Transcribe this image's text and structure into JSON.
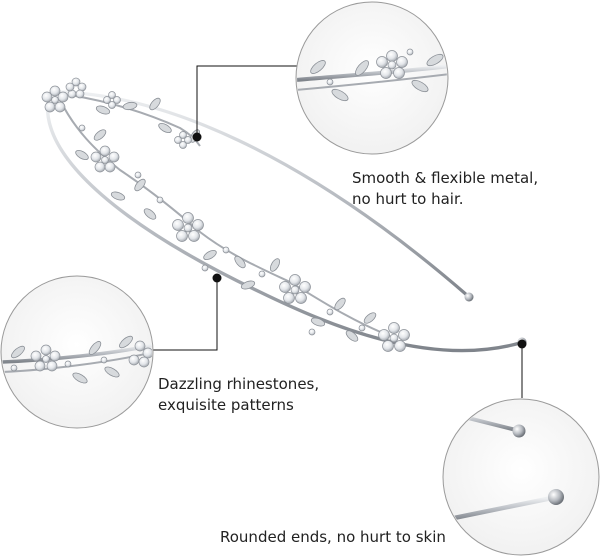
{
  "captions": {
    "metal": {
      "line1": "Smooth & flexible metal,",
      "line2": "no hurt to hair."
    },
    "rhinestones": {
      "line1": "Dazzling rhinestones,",
      "line2": "exquisite patterns"
    },
    "ends": {
      "line1": "Rounded ends, no hurt to skin"
    }
  },
  "colors": {
    "metal": "#c9ccd1",
    "metal_dark": "#8e9299",
    "crystal": "#f4f6f8",
    "leader": "#111111",
    "circle_border": "#9a9a9a"
  }
}
